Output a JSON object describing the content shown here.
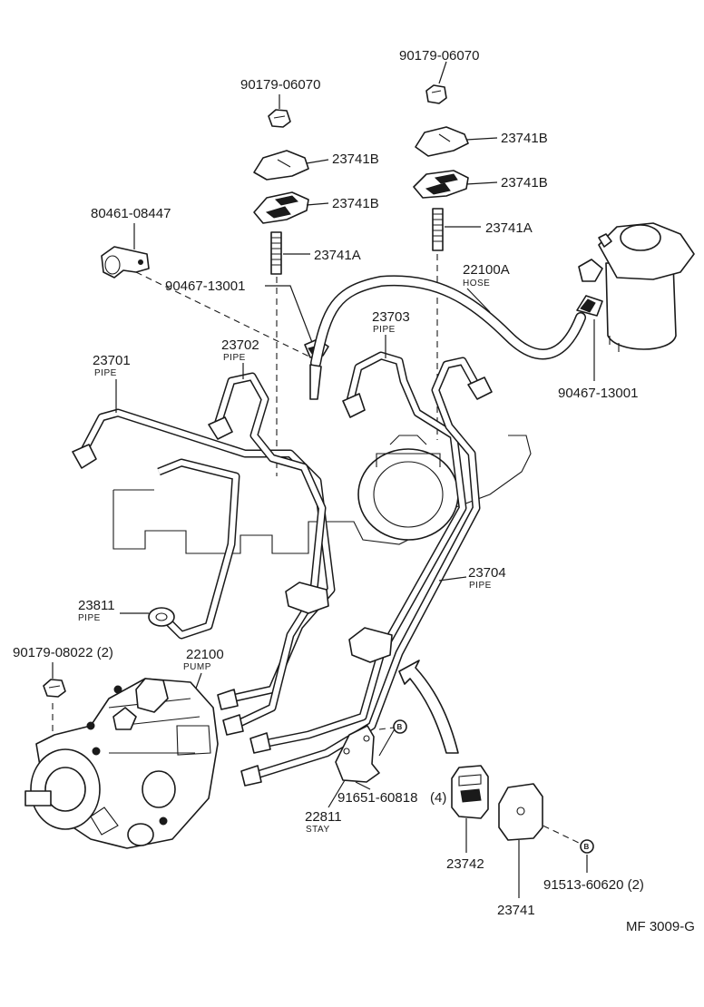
{
  "labels": {
    "nut_top_right": "90179-06070",
    "nut_top_left": "90179-06070",
    "clamp_upper_right": "23741B",
    "clamp_lower_right": "23741B",
    "clamp_upper_left": "23741B",
    "clamp_lower_left": "23741B",
    "stud_right": "23741A",
    "stud_left": "23741A",
    "bracket_part": "80461-08447",
    "hose_clip_left": "90467-13001",
    "hose_clip_right": "90467-13001",
    "hose_part": "22100A",
    "hose_name": "HOSE",
    "pipe_23701": "23701",
    "pipe_23702": "23702",
    "pipe_23703": "23703",
    "pipe_23704": "23704",
    "pipe_23811": "23811",
    "pipe_name": "PIPE",
    "nut_pump": "90179-08022 (2)",
    "pump_part": "22100",
    "pump_name": "PUMP",
    "stay_bolt": "91651-60818",
    "stay_bolt_qty": "(4)",
    "stay_part": "22811",
    "stay_name": "STAY",
    "clamp_23742": "23742",
    "clamp_23741": "23741",
    "screw_part": "91513-60620 (2)",
    "bolt_mark": "B",
    "figure_code": "MF 3009-G"
  }
}
